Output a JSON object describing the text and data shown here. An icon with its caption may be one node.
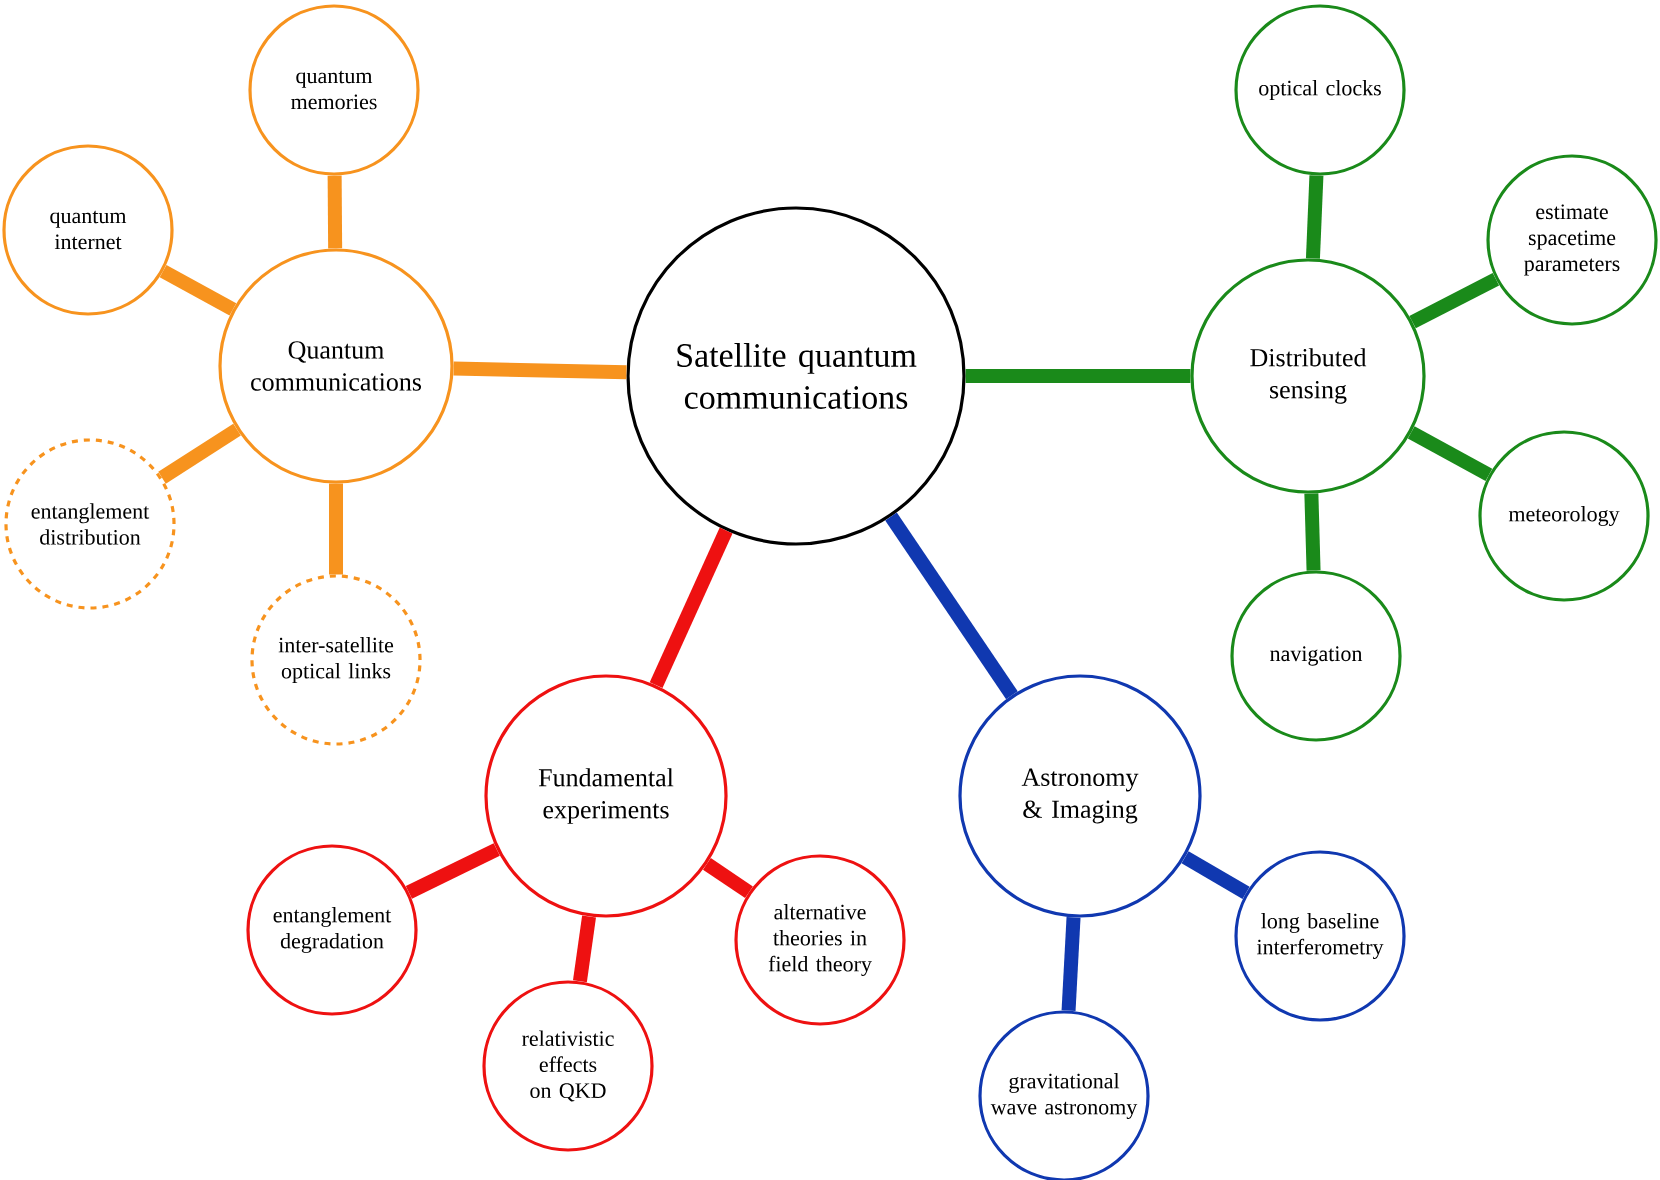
{
  "diagram": {
    "nodes": [
      {
        "text": [
          "Satellite quantum communications"
        ]
      },
      {
        "text": [
          "Quantum communications"
        ]
      },
      {
        "text": [
          "quantum memories"
        ]
      },
      {
        "text": [
          "quantum internet"
        ]
      },
      {
        "text": [
          "entanglement distribution"
        ]
      },
      {
        "text": [
          "inter-satellite optical links"
        ]
      },
      {
        "text": [
          "Distributed sensing"
        ]
      },
      {
        "text": [
          "optical clocks"
        ]
      },
      {
        "text": [
          "estimate spacetime parameters"
        ]
      },
      {
        "text": [
          "meteorology"
        ]
      },
      {
        "text": [
          "navigation"
        ]
      },
      {
        "text": [
          "Fundamental experiments"
        ]
      },
      {
        "text": [
          "entanglement degradation"
        ]
      },
      {
        "text": [
          "relativistic effects on QKD"
        ]
      },
      {
        "text": [
          "alternative theories in field theory"
        ]
      },
      {
        "text": [
          "Astronomy & Imaging"
        ]
      },
      {
        "text": [
          "gravitational wave astronomy"
        ]
      },
      {
        "text": [
          "long baseline interferometry"
        ]
      }
    ],
    "edges": [
      {
        "from": 0,
        "to": 1,
        "arrow": "none",
        "color": "#f7931e"
      },
      {
        "from": 1,
        "to": 2,
        "arrow": "none",
        "color": "#f7931e"
      },
      {
        "from": 1,
        "to": 3,
        "arrow": "none",
        "color": "#f7931e"
      },
      {
        "from": 1,
        "to": 4,
        "arrow": "none",
        "color": "#f7931e"
      },
      {
        "from": 1,
        "to": 5,
        "arrow": "none",
        "color": "#f7931e"
      },
      {
        "from": 0,
        "to": 6,
        "arrow": "none",
        "color": "#1a8a1a"
      },
      {
        "from": 6,
        "to": 7,
        "arrow": "none",
        "color": "#1a8a1a"
      },
      {
        "from": 6,
        "to": 8,
        "arrow": "none",
        "color": "#1a8a1a"
      },
      {
        "from": 6,
        "to": 9,
        "arrow": "none",
        "color": "#1a8a1a"
      },
      {
        "from": 6,
        "to": 10,
        "arrow": "none",
        "color": "#1a8a1a"
      },
      {
        "from": 0,
        "to": 11,
        "arrow": "none",
        "color": "#ee1111"
      },
      {
        "from": 11,
        "to": 12,
        "arrow": "none",
        "color": "#ee1111"
      },
      {
        "from": 11,
        "to": 13,
        "arrow": "none",
        "color": "#ee1111"
      },
      {
        "from": 11,
        "to": 14,
        "arrow": "none",
        "color": "#ee1111"
      },
      {
        "from": 0,
        "to": 15,
        "arrow": "none",
        "color": "#1038b0"
      },
      {
        "from": 15,
        "to": 16,
        "arrow": "none",
        "color": "#1038b0"
      },
      {
        "from": 15,
        "to": 17,
        "arrow": "none",
        "color": "#1038b0"
      }
    ]
  }
}
